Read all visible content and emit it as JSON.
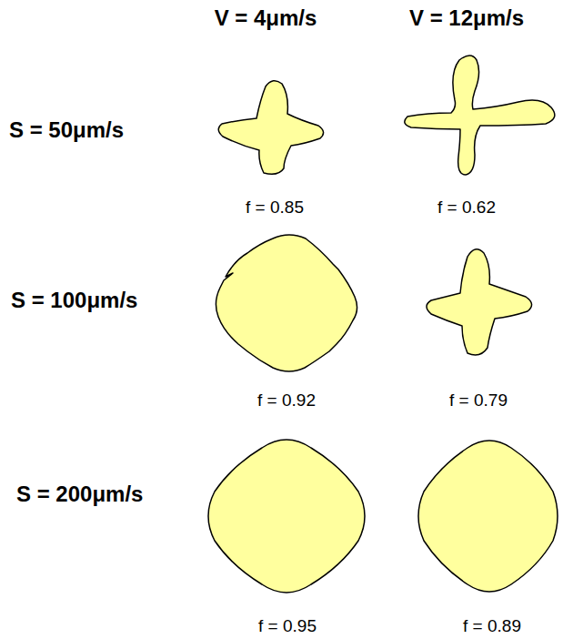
{
  "diagram": {
    "labels": [
      "V = 4μm/s",
      "V = 12μm/s",
      "S = 50μm/s",
      "f = 0.85",
      "f = 0.62",
      "S = 100μm/s",
      "f = 0.92",
      "f = 0.79",
      "S = 200μm/s",
      "f = 0.95",
      "f = 0.89"
    ]
  }
}
